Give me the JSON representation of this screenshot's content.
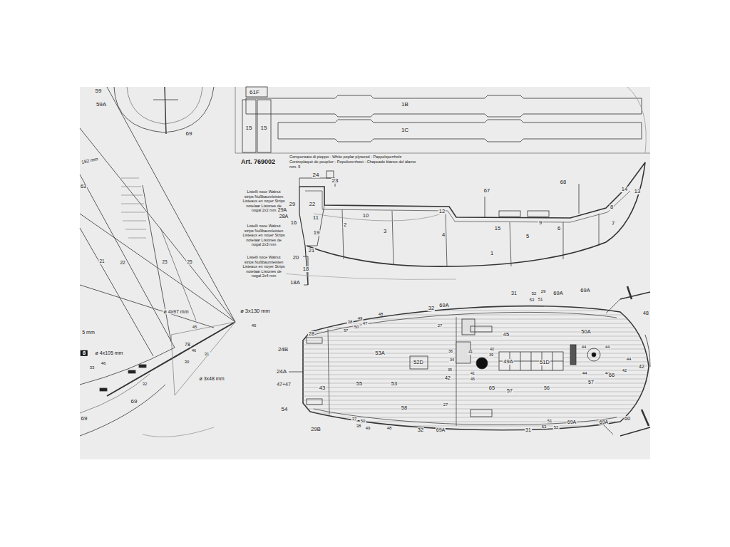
{
  "diagram": {
    "labels": [
      "59",
      "59A",
      "69",
      "182 mm",
      "63",
      "21",
      "22",
      "23",
      "25",
      "ø 4x97 mm",
      "ø 3x130 mm",
      "45",
      "45",
      "5 mm",
      "ø 4x105 mm",
      "78",
      "46",
      "31",
      "30",
      "46",
      "33",
      "32",
      "ø 3x48 mm",
      "69",
      "69",
      "8",
      "61F",
      "1B",
      "1C",
      "15",
      "15",
      "Art. 769002",
      "Compensato di pioppo - White poplar plywood - Pappelsperrholz",
      "Contreplaqué de peuplier - Populierenhout - Chapeado blanco del álamo",
      "mm. 5",
      "Listelli noce Walnut strips Nußbaumleisten Listeaux en noyer Strips notelaar Listones de nogal 2x2 mm",
      "Listelli noce Walnut strips Nußbaumleisten Listeaux en noyer Strips notelaar Listones de nogal 2x3 mm",
      "Listelli noce Walnut strips Nußbaumleisten Listeaux en noyer Strips notelaar Listones de nogal 2x4 mm",
      "24",
      "23",
      "29",
      "22",
      "29A",
      "28A",
      "16",
      "11",
      "2",
      "10",
      "3",
      "19",
      "4",
      "12",
      "67",
      "15",
      "5",
      "9",
      "6",
      "68",
      "7",
      "8",
      "14",
      "13",
      "1",
      "21",
      "20",
      "18",
      "18A",
      "31",
      "52",
      "29",
      "51",
      "53",
      "69A",
      "69A",
      "32",
      "69A",
      "48",
      "49",
      "47",
      "38",
      "50",
      "37",
      "45",
      "27",
      "28",
      "24B",
      "53A",
      "50A",
      "44",
      "44",
      "48",
      "44",
      "42",
      "42",
      "44",
      "44",
      "57",
      "66",
      "51D",
      "49A",
      "52D",
      "41",
      "40",
      "39",
      "36",
      "34",
      "35",
      "41",
      "42",
      "46",
      "65",
      "24A",
      "47+47",
      "43",
      "55",
      "53",
      "57",
      "56",
      "60",
      "69A",
      "69A",
      "52",
      "53",
      "51",
      "31",
      "32",
      "69A",
      "27",
      "58",
      "48",
      "49",
      "38",
      "50",
      "37",
      "54",
      "29B"
    ]
  }
}
